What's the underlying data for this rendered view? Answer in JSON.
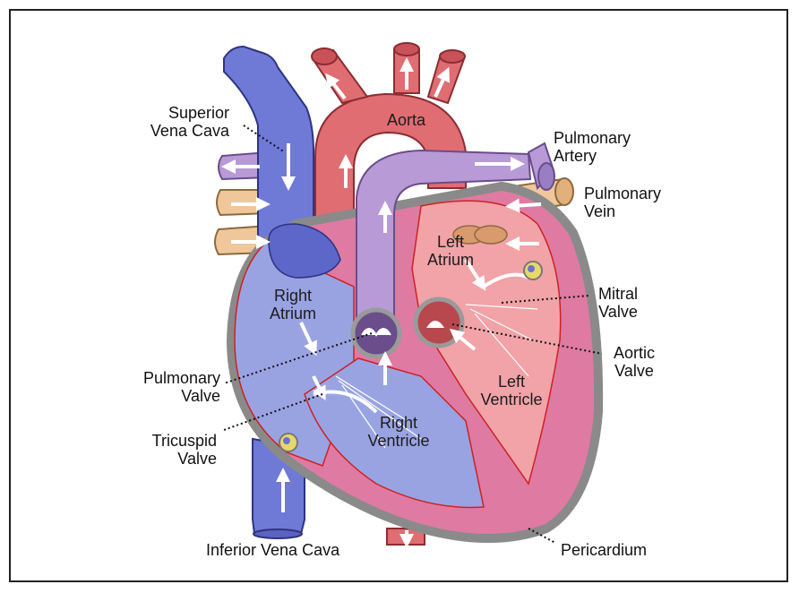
{
  "labels": {
    "superior_vena_cava_1": "Superior",
    "superior_vena_cava_2": "Vena Cava",
    "aorta": "Aorta",
    "pulmonary_artery_1": "Pulmonary",
    "pulmonary_artery_2": "Artery",
    "pulmonary_vein_1": "Pulmonary",
    "pulmonary_vein_2": "Vein",
    "left_atrium_1": "Left",
    "left_atrium_2": "Atrium",
    "right_atrium_1": "Right",
    "right_atrium_2": "Atrium",
    "mitral_valve_1": "Mitral",
    "mitral_valve_2": "Valve",
    "aortic_valve_1": "Aortic",
    "aortic_valve_2": "Valve",
    "pulmonary_valve_1": "Pulmonary",
    "pulmonary_valve_2": "Valve",
    "left_ventricle_1": "Left",
    "left_ventricle_2": "Ventricle",
    "tricuspid_valve_1": "Tricuspid",
    "tricuspid_valve_2": "Valve",
    "right_ventricle_1": "Right",
    "right_ventricle_2": "Ventricle",
    "inferior_vena_cava": "Inferior Vena Cava",
    "pericardium": "Pericardium"
  },
  "colors": {
    "vena_cava": "#6f79d6",
    "aorta": "#e06d72",
    "pulmonary_artery": "#b79ad6",
    "pulmonary_vein": "#efc79b",
    "right_chambers": "#9aa3e2",
    "left_chambers": "#f1a3a8",
    "myocardium": "#df7aa3",
    "pericardium": "#8a8a8a"
  }
}
